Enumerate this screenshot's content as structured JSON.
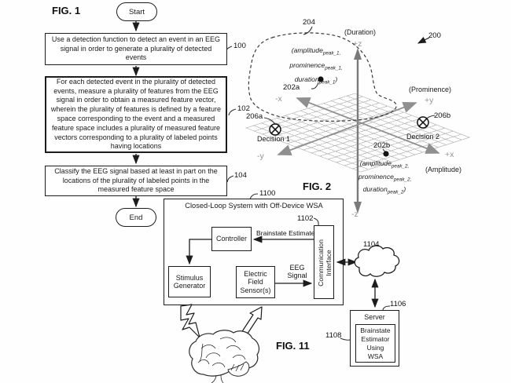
{
  "fig1": {
    "title": "FIG. 1",
    "start_label": "Start",
    "end_label": "End",
    "steps": [
      {
        "ref": "100",
        "text": "Use a detection function to detect an event in an EEG signal in order to generate a plurality of detected events"
      },
      {
        "ref": "102",
        "text": "For each detected event in the plurality of detected events, measure a plurality of features from the EEG signal in order to obtain a measured feature vector, wherein the plurality of features is defined by a feature space corresponding to the event and a measured feature space includes a plurality of measured feature vectors corresponding to a plurality of labeled points having locations"
      },
      {
        "ref": "104",
        "text": "Classify the EEG signal based at least in part on the locations of the plurality of labeled points in the measured feature space"
      }
    ]
  },
  "fig2": {
    "title": "FIG. 2",
    "ref": "200",
    "cluster_ref": "204",
    "axis": {
      "z_name": "(Duration)",
      "z_pos": "+z",
      "z_neg": "-z",
      "y_name": "(Prominence)",
      "y_pos": "+y",
      "y_neg": "-y",
      "x_name": "(Amplitude)",
      "x_pos": "+x",
      "x_neg": "-x"
    },
    "point1": {
      "ref": "202a",
      "l1b": "(amplitude",
      "l1s": "peak_1,",
      "l2b": "prominence",
      "l2s": "peak_1,",
      "l3b": "duration",
      "l3s": "peak_1",
      "l3e": ")"
    },
    "point2": {
      "ref": "202b",
      "l1b": "(amplitude",
      "l1s": "peak_2,",
      "l2b": "prominence",
      "l2s": "peak_2,",
      "l3b": "duration",
      "l3s": "peak_2",
      "l3e": ")"
    },
    "decision1": {
      "ref": "206a",
      "label": "Decision 1"
    },
    "decision2": {
      "ref": "206b",
      "label": "Decision 2"
    }
  },
  "fig11": {
    "title": "FIG. 11",
    "system": {
      "ref": "1100",
      "title": "Closed-Loop System with Off-Device WSA"
    },
    "controller_label": "Controller",
    "comm": {
      "ref": "1102",
      "label": "Communication Interface"
    },
    "stimulus_label": "Stimulus Generator",
    "sensor_label": "Electric Field Sensor(s)",
    "brainstate_arrow_label": "Brainstate Estimate",
    "eeg_arrow_label": "EEG Signal",
    "cloud_ref": "1104",
    "server": {
      "ref": "1106",
      "label": "Server"
    },
    "estimator": {
      "ref": "1108",
      "label": "Brainstate Estimator Using WSA"
    }
  }
}
